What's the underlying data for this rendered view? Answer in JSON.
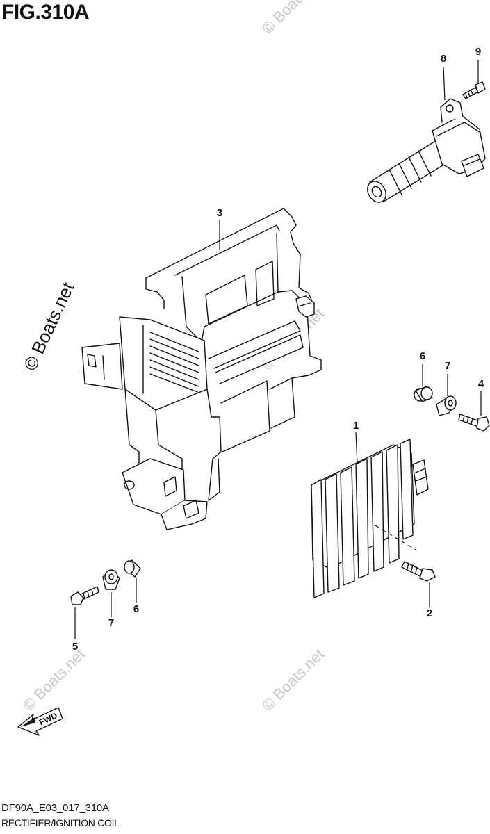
{
  "figure": {
    "title": "FIG.310A",
    "code": "DF90A_E03_017_310A",
    "name": "RECTIFIER/IGNITION COIL"
  },
  "watermark": "© Boats.net",
  "fwd_label": "FWD",
  "callouts": {
    "c1": "1",
    "c2": "2",
    "c3": "3",
    "c4": "4",
    "c5": "5",
    "c6a": "6",
    "c6b": "6",
    "c7a": "7",
    "c7b": "7",
    "c8": "8",
    "c9": "9"
  },
  "colors": {
    "line": "#111111",
    "watermark_faint": "#c8c8c8",
    "background": "#ffffff"
  }
}
